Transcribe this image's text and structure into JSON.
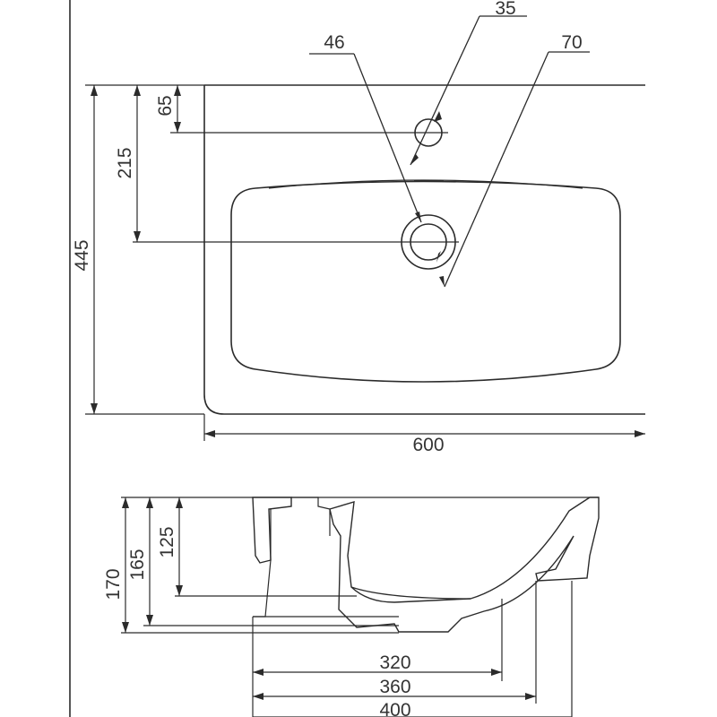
{
  "top_view": {
    "depth_total": "445",
    "to_drain_center": "215",
    "to_tap_hole": "65",
    "width": "600",
    "tap_hole_dia": "35",
    "drain_dia_inner": "46",
    "drain_dia_outer": "70"
  },
  "side_view": {
    "height_total": "170",
    "height_165": "165",
    "bowl_depth": "125",
    "dim_320": "320",
    "dim_360": "360",
    "dim_400": "400"
  }
}
